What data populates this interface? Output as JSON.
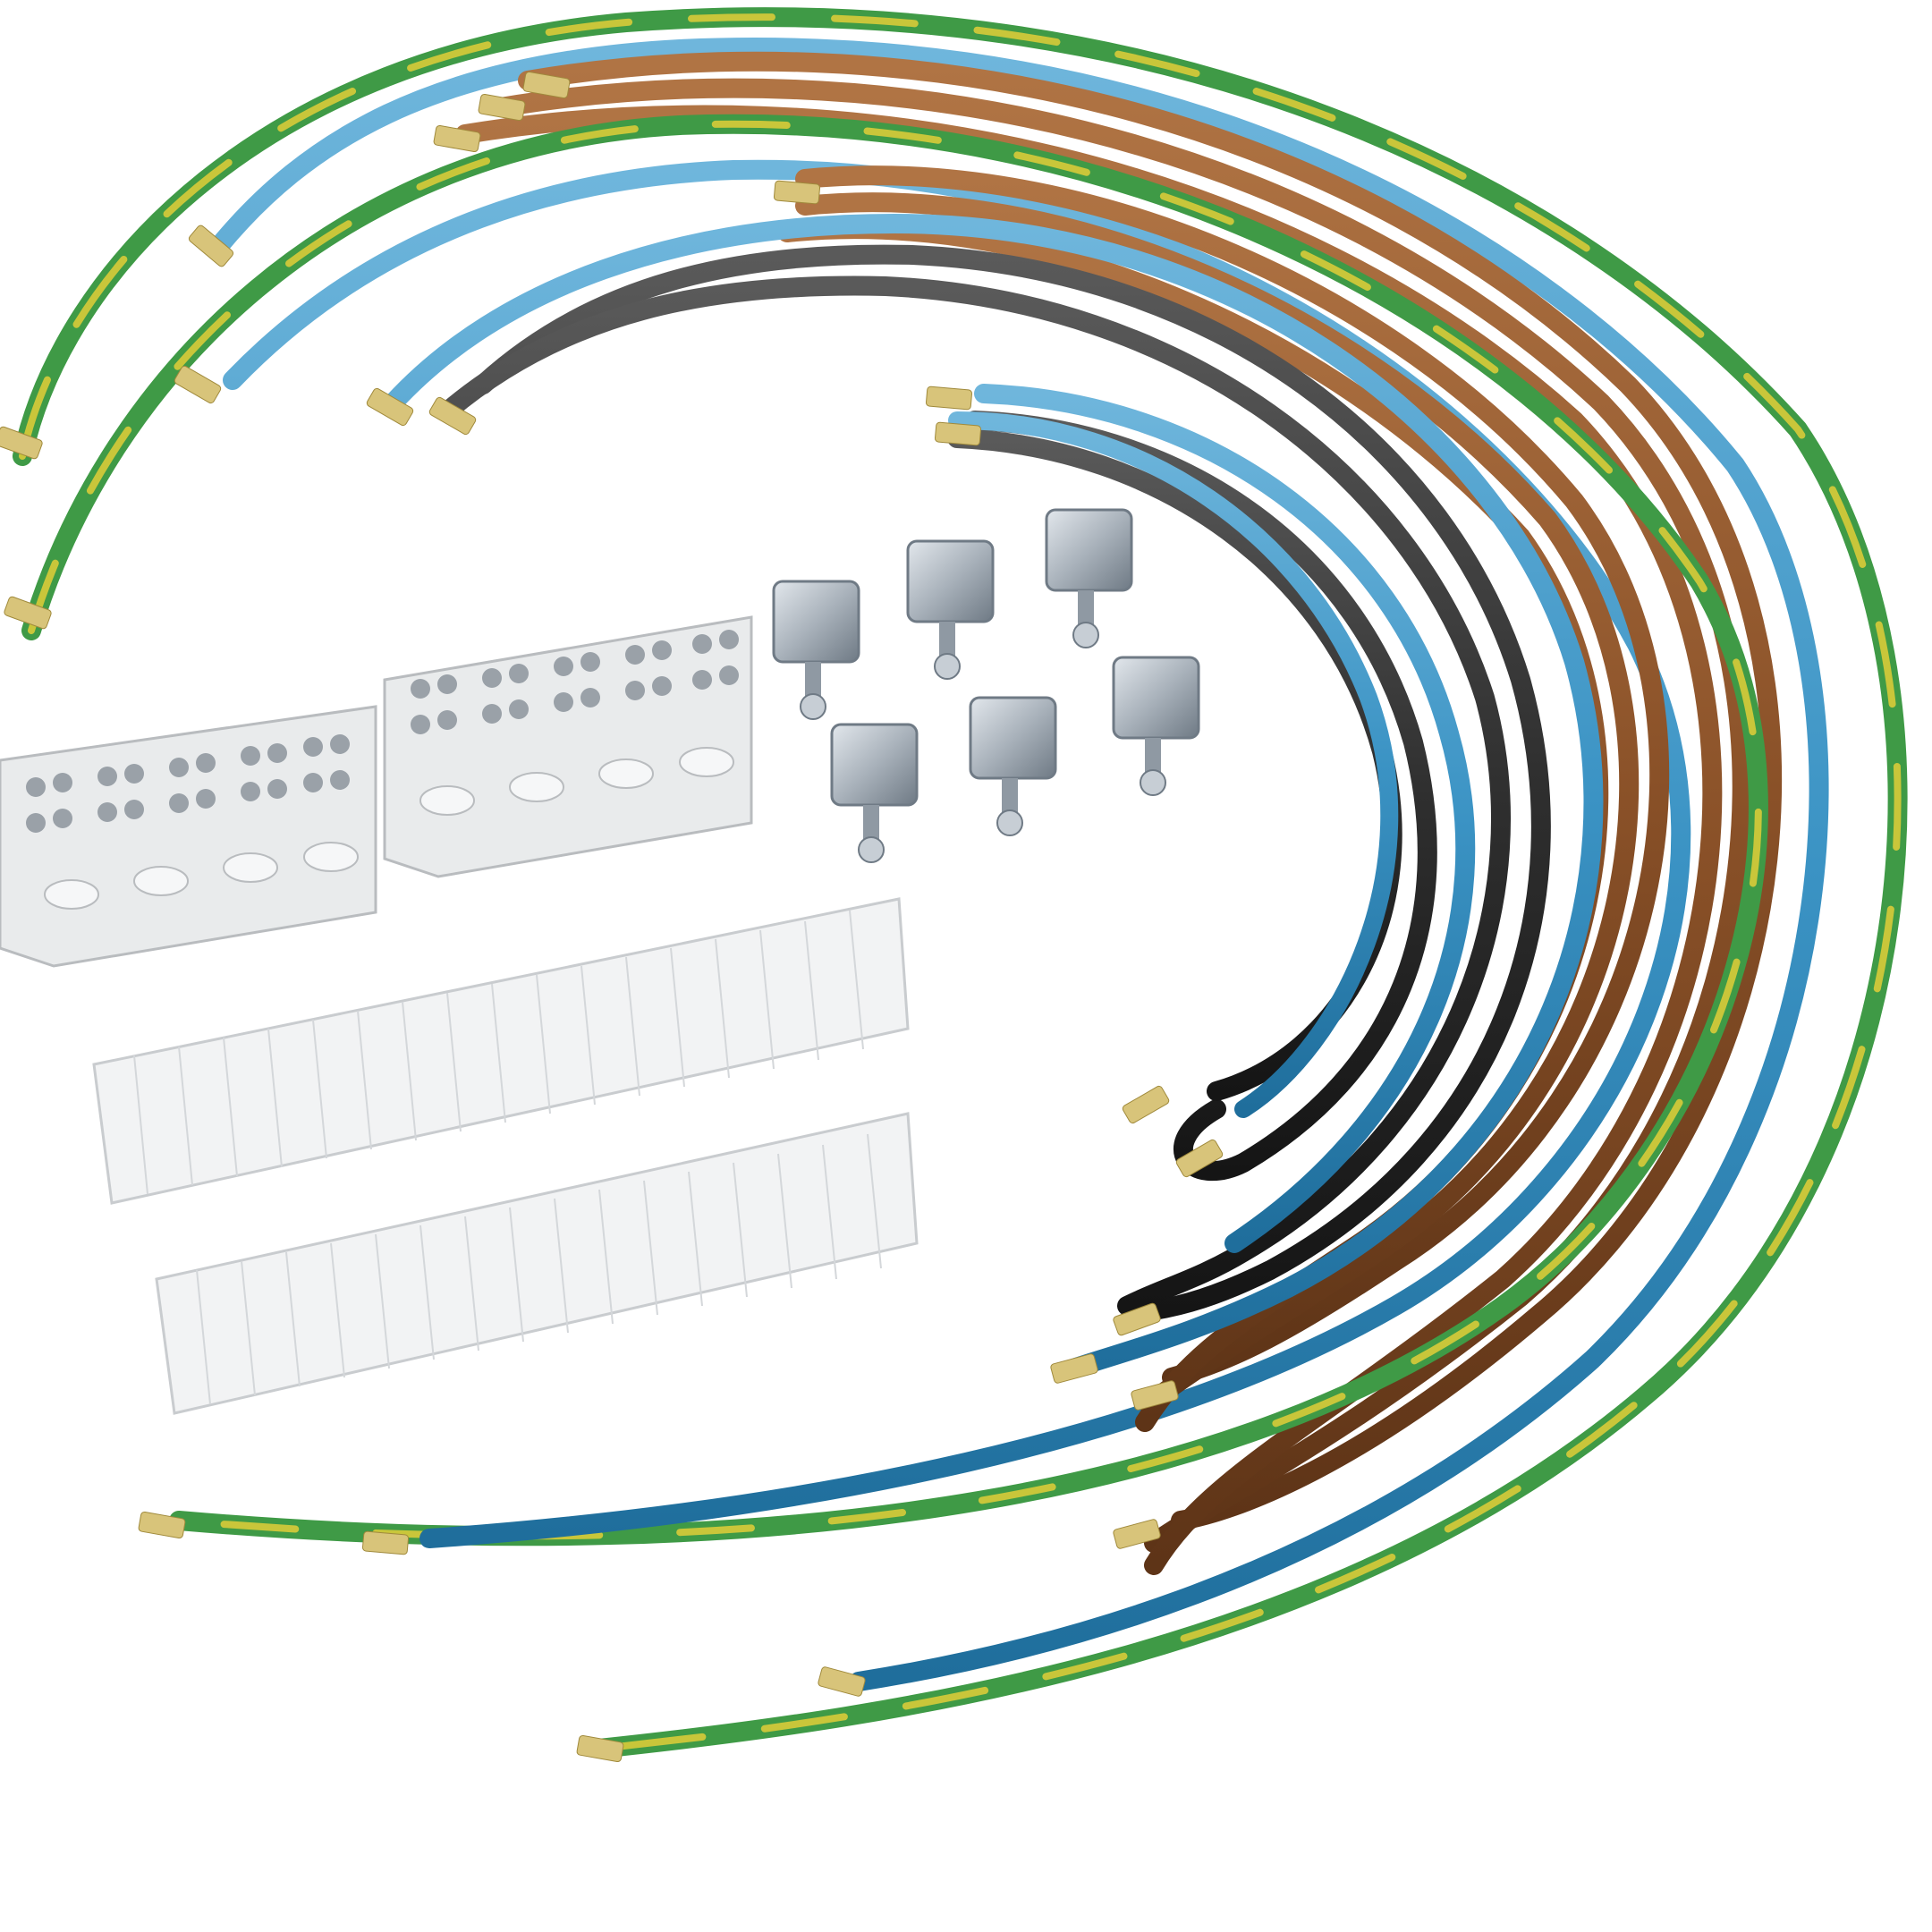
{
  "image": {
    "background": "#ffffff",
    "colors": {
      "wire_blue": "#3b93c4",
      "wire_brown": "#8a5128",
      "wire_black": "#2f2f2f",
      "wire_green": "#3f9a46",
      "wire_yellow": "#c9c63a",
      "ferrule": "#cbb46a",
      "terminal_block": "#e9ebec",
      "busbar_cover": "#f2f3f4",
      "clamp_metal": "#aab2ba"
    },
    "components": [
      {
        "id": "terminal-blocks",
        "count": 2
      },
      {
        "id": "busbar-covers",
        "count": 2
      },
      {
        "id": "mounting-clamps",
        "count": 6
      },
      {
        "id": "wires",
        "colors": [
          "green-yellow",
          "blue",
          "brown",
          "black"
        ]
      }
    ]
  }
}
